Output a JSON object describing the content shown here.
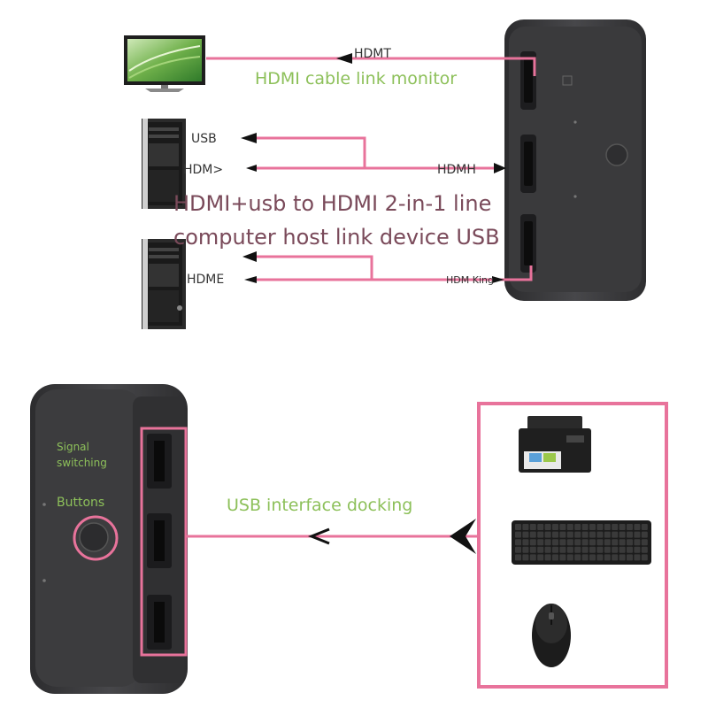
{
  "top_section": {
    "monitor_arrow_label": "HDMT",
    "monitor_caption": "HDMI cable link monitor",
    "pc1_usb_label": "USB",
    "pc1_hdmi_label": "HDM>",
    "switch_port2_label": "HDMH",
    "overlay_line1": "HDMI+usb to HDMI 2-in-1 line",
    "overlay_line2": "computer host link device USB",
    "pc2_hdmi_label": "HDME",
    "switch_port3_label": "HDM King"
  },
  "bottom_section": {
    "signal_label_line1": "Signal",
    "signal_label_line2": "switching",
    "buttons_label": "Buttons",
    "usb_caption": "USB interface docking"
  },
  "colors": {
    "cable": "#e8739b",
    "box_border": "#e8739b",
    "device_body": "#3b3b3d",
    "green_text": "#8dc05a",
    "overlay_text": "#7a4a5a"
  }
}
